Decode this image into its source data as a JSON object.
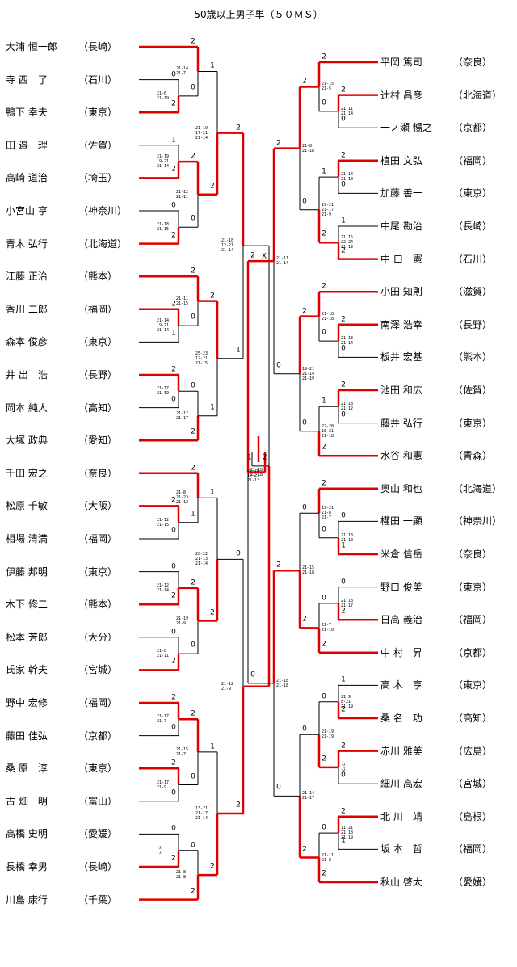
{
  "title": "50歳以上男子単（５０ＭＳ）",
  "colors": {
    "win_line": "#e00000",
    "loss_line": "#000000",
    "text": "#000000"
  },
  "left_players": [
    {
      "name": "大浦 恒一郎",
      "pref": "（長崎）"
    },
    {
      "name": "寺 西　了",
      "pref": "（石川）"
    },
    {
      "name": "鴨下 幸夫",
      "pref": "（東京）"
    },
    {
      "name": "田 邉　理",
      "pref": "（佐賀）"
    },
    {
      "name": "高崎 道治",
      "pref": "（埼玉）"
    },
    {
      "name": "小宮山 亨",
      "pref": "（神奈川）"
    },
    {
      "name": "青木 弘行",
      "pref": "（北海道）"
    },
    {
      "name": "江藤 正治",
      "pref": "（熊本）"
    },
    {
      "name": "香川 二郎",
      "pref": "（福岡）"
    },
    {
      "name": "森本 俊彦",
      "pref": "（東京）"
    },
    {
      "name": "井 出　浩",
      "pref": "（長野）"
    },
    {
      "name": "岡本 純人",
      "pref": "（高知）"
    },
    {
      "name": "大塚 政典",
      "pref": "（愛知）"
    },
    {
      "name": "千田 宏之",
      "pref": "（奈良）"
    },
    {
      "name": "松原 千敏",
      "pref": "（大阪）"
    },
    {
      "name": "相場 清満",
      "pref": "（福岡）"
    },
    {
      "name": "伊藤 邦明",
      "pref": "（東京）"
    },
    {
      "name": "木下 修二",
      "pref": "（熊本）"
    },
    {
      "name": "松本 芳郎",
      "pref": "（大分）"
    },
    {
      "name": "氏家 幹夫",
      "pref": "（宮城）"
    },
    {
      "name": "野中 宏修",
      "pref": "（福岡）"
    },
    {
      "name": "藤田 佳弘",
      "pref": "（京都）"
    },
    {
      "name": "桑 原　淳",
      "pref": "（東京）"
    },
    {
      "name": "古 畑　明",
      "pref": "（富山）"
    },
    {
      "name": "高橋 史明",
      "pref": "（愛媛）"
    },
    {
      "name": "長橋 幸男",
      "pref": "（長崎）"
    },
    {
      "name": "川島 康行",
      "pref": "（千葉）"
    }
  ],
  "right_players": [
    {
      "name": "平岡 篤司",
      "pref": "（奈良）"
    },
    {
      "name": "辻村 昌彦",
      "pref": "（北海道）"
    },
    {
      "name": "一ノ瀬 暢之",
      "pref": "（京都）"
    },
    {
      "name": "植田 文弘",
      "pref": "（福岡）"
    },
    {
      "name": "加藤 善一",
      "pref": "（東京）"
    },
    {
      "name": "中尾 勘治",
      "pref": "（長崎）"
    },
    {
      "name": "中 口　憲",
      "pref": "（石川）"
    },
    {
      "name": "小田 知則",
      "pref": "（滋賀）"
    },
    {
      "name": "南澤 浩幸",
      "pref": "（長野）"
    },
    {
      "name": "板井 宏基",
      "pref": "（熊本）"
    },
    {
      "name": "池田 和広",
      "pref": "（佐賀）"
    },
    {
      "name": "藤井 弘行",
      "pref": "（東京）"
    },
    {
      "name": "水谷 和憲",
      "pref": "（青森）"
    },
    {
      "name": "奥山 和也",
      "pref": "（北海道）"
    },
    {
      "name": "權田 一顯",
      "pref": "（神奈川）"
    },
    {
      "name": "米倉 信岳",
      "pref": "（奈良）"
    },
    {
      "name": "野口 俊美",
      "pref": "（東京）"
    },
    {
      "name": "日高 義治",
      "pref": "（福岡）"
    },
    {
      "name": "中 村　昇",
      "pref": "（京都）"
    },
    {
      "name": "高 木　亨",
      "pref": "（東京）"
    },
    {
      "name": "桑 名　功",
      "pref": "（高知）"
    },
    {
      "name": "赤川 雅美",
      "pref": "（広島）"
    },
    {
      "name": "細川 高宏",
      "pref": "（宮城）"
    },
    {
      "name": "北 川　靖",
      "pref": "（島根）"
    },
    {
      "name": "坂 本　哲",
      "pref": "（福岡）"
    },
    {
      "name": "秋山 啓太",
      "pref": "（愛媛）"
    }
  ],
  "left_matches": [
    {
      "round": 1,
      "players": [
        1,
        2
      ],
      "winner": 2,
      "top_score": "0",
      "bottom_score": "2",
      "game_scores": [
        "21-6",
        "21-19"
      ]
    },
    {
      "round": 2,
      "players": [
        0,
        2
      ],
      "winner": 0,
      "top_score": "2",
      "bottom_score": "0",
      "game_scores": [
        "21-14",
        "21-7"
      ]
    },
    {
      "round": 1,
      "players": [
        3,
        4
      ],
      "winner": 4,
      "top_score": "1",
      "bottom_score": "2",
      "game_scores": [
        "21-19",
        "19-21",
        "21-14"
      ]
    },
    {
      "round": 1,
      "players": [
        5,
        6
      ],
      "winner": 6,
      "top_score": "0",
      "bottom_score": "2",
      "game_scores": [
        "21-18",
        "21-15"
      ]
    },
    {
      "round": 2,
      "players": [
        4,
        6
      ],
      "winner": 4,
      "top_score": "2",
      "bottom_score": "0",
      "game_scores": [
        "21-12",
        "21-11"
      ]
    },
    {
      "round": 3,
      "players": [
        0,
        4
      ],
      "winner": 4,
      "top_score": "1",
      "bottom_score": "2",
      "game_scores": [
        "21-19",
        "17-21",
        "21-14"
      ]
    },
    {
      "round": 1,
      "players": [
        8,
        9
      ],
      "winner": 8,
      "top_score": "2",
      "bottom_score": "1",
      "game_scores": [
        "21-14",
        "19-21",
        "21-14"
      ]
    },
    {
      "round": 2,
      "players": [
        7,
        8
      ],
      "winner": 7,
      "top_score": "2",
      "bottom_score": "0",
      "game_scores": [
        "21-11",
        "21-15"
      ]
    },
    {
      "round": 1,
      "players": [
        10,
        11
      ],
      "winner": 10,
      "top_score": "2",
      "bottom_score": "0",
      "game_scores": [
        "21-17",
        "21-19"
      ]
    },
    {
      "round": 2,
      "players": [
        10,
        12
      ],
      "winner": 12,
      "top_score": "0",
      "bottom_score": "2",
      "game_scores": [
        "21-12",
        "21-17"
      ]
    },
    {
      "round": 3,
      "players": [
        7,
        12
      ],
      "winner": 7,
      "top_score": "2",
      "bottom_score": "1",
      "game_scores": [
        "25-23",
        "12-21",
        "21-15"
      ]
    },
    {
      "round": 4,
      "players": [
        4,
        7
      ],
      "winner": 4,
      "top_score": "2",
      "bottom_score": "1",
      "game_scores": [
        "21-18",
        "12-21",
        "21-14"
      ]
    },
    {
      "round": 1,
      "players": [
        14,
        15
      ],
      "winner": 14,
      "top_score": "2",
      "bottom_score": "0",
      "game_scores": [
        "21-12",
        "21-15"
      ]
    },
    {
      "round": 2,
      "players": [
        13,
        14
      ],
      "winner": 13,
      "top_score": "2",
      "bottom_score": "1",
      "game_scores": [
        "21-8",
        "21-23",
        "21-12"
      ]
    },
    {
      "round": 1,
      "players": [
        16,
        17
      ],
      "winner": 17,
      "top_score": "0",
      "bottom_score": "2",
      "game_scores": [
        "21-12",
        "21-14"
      ]
    },
    {
      "round": 1,
      "players": [
        18,
        19
      ],
      "winner": 19,
      "top_score": "0",
      "bottom_score": "2",
      "game_scores": [
        "21-8",
        "21-11"
      ]
    },
    {
      "round": 2,
      "players": [
        17,
        19
      ],
      "winner": 17,
      "top_score": "2",
      "bottom_score": "0",
      "game_scores": [
        "21-19",
        "21-9"
      ]
    },
    {
      "round": 3,
      "players": [
        13,
        17
      ],
      "winner": 17,
      "top_score": "1",
      "bottom_score": "2",
      "game_scores": [
        "20-22",
        "21-13",
        "21-14"
      ]
    },
    {
      "round": 1,
      "players": [
        20,
        21
      ],
      "winner": 20,
      "top_score": "2",
      "bottom_score": "0",
      "game_scores": [
        "21-17",
        "21-7"
      ]
    },
    {
      "round": 1,
      "players": [
        22,
        23
      ],
      "winner": 22,
      "top_score": "2",
      "bottom_score": "0",
      "game_scores": [
        "21-17",
        "21-9"
      ]
    },
    {
      "round": 2,
      "players": [
        20,
        22
      ],
      "winner": 20,
      "top_score": "2",
      "bottom_score": "0",
      "game_scores": [
        "21-15",
        "21-7"
      ]
    },
    {
      "round": 1,
      "players": [
        24,
        25
      ],
      "winner": 25,
      "top_score": "0",
      "bottom_score": "2",
      "game_scores": [
        "-ｽ",
        "-ｽ"
      ]
    },
    {
      "round": 2,
      "players": [
        25,
        26
      ],
      "winner": 26,
      "top_score": "0",
      "bottom_score": "2",
      "game_scores": [
        "21-8",
        "21-8"
      ]
    },
    {
      "round": 3,
      "players": [
        20,
        26
      ],
      "winner": 26,
      "top_score": "1",
      "bottom_score": "2",
      "game_scores": [
        "13-21",
        "21-17",
        "21-14"
      ]
    },
    {
      "round": 4,
      "players": [
        17,
        26
      ],
      "winner": 26,
      "top_score": "0",
      "bottom_score": "2",
      "game_scores": [
        "21-12",
        "21-9"
      ]
    },
    {
      "round": 5,
      "players": [
        4,
        26
      ],
      "winner": 26,
      "top_score": "X",
      "bottom_score": "",
      "game_scores": []
    }
  ],
  "right_matches": [
    {
      "round": 1,
      "players": [
        1,
        2
      ],
      "winner": 1,
      "top_score": "2",
      "bottom_score": "0",
      "game_scores": [
        "21-11",
        "21-14"
      ]
    },
    {
      "round": 2,
      "players": [
        0,
        1
      ],
      "winner": 0,
      "top_score": "2",
      "bottom_score": "0",
      "game_scores": [
        "21-15",
        "21-5"
      ]
    },
    {
      "round": 1,
      "players": [
        3,
        4
      ],
      "winner": 3,
      "top_score": "2",
      "bottom_score": "0",
      "game_scores": [
        "21-14",
        "21-10"
      ]
    },
    {
      "round": 1,
      "players": [
        5,
        6
      ],
      "winner": 6,
      "top_score": "1",
      "bottom_score": "2",
      "game_scores": [
        "21-15",
        "22-24",
        "21-19"
      ]
    },
    {
      "round": 2,
      "players": [
        3,
        6
      ],
      "winner": 6,
      "top_score": "1",
      "bottom_score": "2",
      "game_scores": [
        "19-21",
        "21-17",
        "21-9"
      ]
    },
    {
      "round": 3,
      "players": [
        0,
        6
      ],
      "winner": 0,
      "top_score": "2",
      "bottom_score": "0",
      "game_scores": [
        "21-8",
        "21-18"
      ]
    },
    {
      "round": 1,
      "players": [
        8,
        9
      ],
      "winner": 8,
      "top_score": "2",
      "bottom_score": "0",
      "game_scores": [
        "21-13",
        "21-14"
      ]
    },
    {
      "round": 2,
      "players": [
        7,
        8
      ],
      "winner": 7,
      "top_score": "2",
      "bottom_score": "0",
      "game_scores": [
        "21-18",
        "21-18"
      ]
    },
    {
      "round": 1,
      "players": [
        10,
        11
      ],
      "winner": 10,
      "top_score": "2",
      "bottom_score": "0",
      "game_scores": [
        "21-18",
        "21-12"
      ]
    },
    {
      "round": 2,
      "players": [
        10,
        12
      ],
      "winner": 12,
      "top_score": "1",
      "bottom_score": "2",
      "game_scores": [
        "22-20",
        "18-21",
        "21-18"
      ]
    },
    {
      "round": 3,
      "players": [
        7,
        12
      ],
      "winner": 7,
      "top_score": "2",
      "bottom_score": "0",
      "game_scores": [
        "19-21",
        "21-14",
        "21-19"
      ]
    },
    {
      "round": 4,
      "players": [
        0,
        7
      ],
      "winner": 0,
      "top_score": "2",
      "bottom_score": "0",
      "game_scores": [
        "21-11",
        "21-14"
      ]
    },
    {
      "round": 1,
      "players": [
        14,
        15
      ],
      "winner": 15,
      "top_score": "0",
      "bottom_score": "1",
      "game_scores": [
        "21-13",
        "21-10"
      ]
    },
    {
      "round": 2,
      "players": [
        13,
        15
      ],
      "winner": 13,
      "top_score": "2",
      "bottom_score": "0",
      "game_scores": [
        "19-21",
        "21-8",
        "21-7"
      ]
    },
    {
      "round": 1,
      "players": [
        16,
        17
      ],
      "winner": 17,
      "top_score": "0",
      "bottom_score": "2",
      "game_scores": [
        "21-18",
        "21-17"
      ]
    },
    {
      "round": 2,
      "players": [
        17,
        18
      ],
      "winner": 18,
      "top_score": "0",
      "bottom_score": "2",
      "game_scores": [
        "21-7",
        "21-10"
      ]
    },
    {
      "round": 3,
      "players": [
        13,
        18
      ],
      "winner": 18,
      "top_score": "0",
      "bottom_score": "2",
      "game_scores": [
        "21-15",
        "21-18"
      ]
    },
    {
      "round": 1,
      "players": [
        19,
        20
      ],
      "winner": 20,
      "top_score": "1",
      "bottom_score": "2",
      "game_scores": [
        "21-9",
        "8-21",
        "21-19"
      ]
    },
    {
      "round": 1,
      "players": [
        21,
        22
      ],
      "winner": 21,
      "top_score": "2",
      "bottom_score": "0",
      "game_scores": [
        "-ｽ",
        "-ｽ"
      ]
    },
    {
      "round": 2,
      "players": [
        20,
        21
      ],
      "winner": 21,
      "top_score": "0",
      "bottom_score": "2",
      "game_scores": [
        "21-19",
        "21-19"
      ]
    },
    {
      "round": 1,
      "players": [
        23,
        24
      ],
      "winner": 23,
      "top_score": "2",
      "bottom_score": "1",
      "game_scores": [
        "11-21",
        "21-18",
        "21-19"
      ]
    },
    {
      "round": 2,
      "players": [
        23,
        25
      ],
      "winner": 25,
      "top_score": "0",
      "bottom_score": "2",
      "game_scores": [
        "21-11",
        "21-8"
      ]
    },
    {
      "round": 3,
      "players": [
        21,
        25
      ],
      "winner": 25,
      "top_score": "0",
      "bottom_score": "2",
      "game_scores": [
        "21-14",
        "21-17"
      ]
    },
    {
      "round": 4,
      "players": [
        18,
        25
      ],
      "winner": 18,
      "top_score": "2",
      "bottom_score": "0",
      "game_scores": [
        "21-18",
        "21-18"
      ]
    },
    {
      "round": 5,
      "players": [
        0,
        18
      ],
      "winner": 0,
      "top_score": "2",
      "bottom_score": "0",
      "game_scores": [
        "21-18",
        "21-18"
      ]
    }
  ],
  "final": {
    "left_score": "1",
    "right_score": "2",
    "game_scores": [
      "21-18",
      "14-21",
      "21-12"
    ]
  }
}
